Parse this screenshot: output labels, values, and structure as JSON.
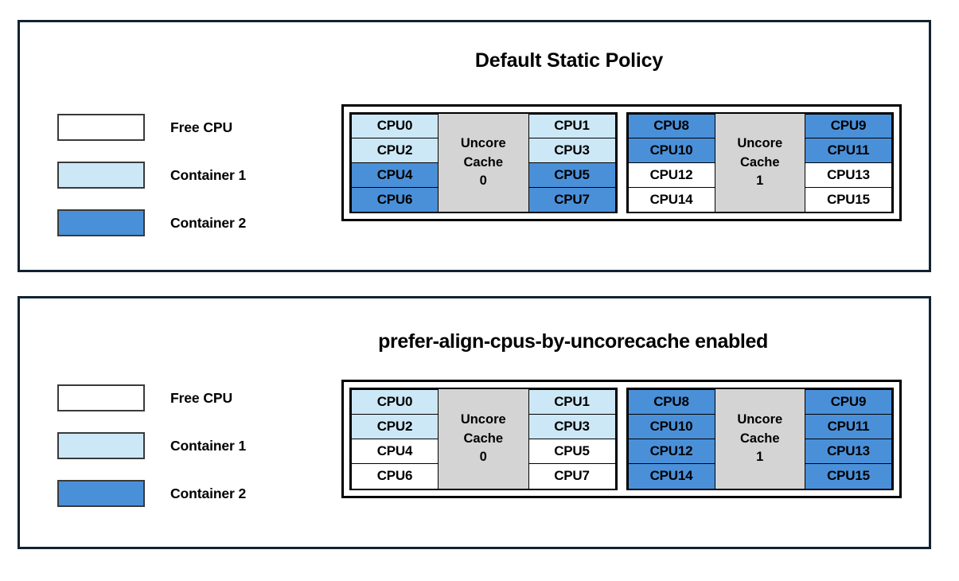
{
  "colors": {
    "panel_border": "#122231",
    "free_cpu": "#ffffff",
    "container1": "#cce8f6",
    "container2": "#4a90d9",
    "uncore_cache": "#d4d4d4",
    "cell_border": "#000000"
  },
  "panels": [
    {
      "title": "Default Static Policy",
      "legend": [
        {
          "label": "Free CPU",
          "state": "free"
        },
        {
          "label": "Container 1",
          "state": "container1"
        },
        {
          "label": "Container 2",
          "state": "container2"
        }
      ],
      "sockets": [
        {
          "uncore_label_line1": "Uncore",
          "uncore_label_line2": "Cache",
          "uncore_label_line3": "0",
          "left_column": [
            {
              "label": "CPU0",
              "state": "container1"
            },
            {
              "label": "CPU2",
              "state": "container1"
            },
            {
              "label": "CPU4",
              "state": "container2"
            },
            {
              "label": "CPU6",
              "state": "container2"
            }
          ],
          "right_column": [
            {
              "label": "CPU1",
              "state": "container1"
            },
            {
              "label": "CPU3",
              "state": "container1"
            },
            {
              "label": "CPU5",
              "state": "container2"
            },
            {
              "label": "CPU7",
              "state": "container2"
            }
          ]
        },
        {
          "uncore_label_line1": "Uncore",
          "uncore_label_line2": "Cache",
          "uncore_label_line3": "1",
          "left_column": [
            {
              "label": "CPU8",
              "state": "container2"
            },
            {
              "label": "CPU10",
              "state": "container2"
            },
            {
              "label": "CPU12",
              "state": "free"
            },
            {
              "label": "CPU14",
              "state": "free"
            }
          ],
          "right_column": [
            {
              "label": "CPU9",
              "state": "container2"
            },
            {
              "label": "CPU11",
              "state": "container2"
            },
            {
              "label": "CPU13",
              "state": "free"
            },
            {
              "label": "CPU15",
              "state": "free"
            }
          ]
        }
      ]
    },
    {
      "title": "prefer-align-cpus-by-uncorecache enabled",
      "legend": [
        {
          "label": "Free CPU",
          "state": "free"
        },
        {
          "label": "Container 1",
          "state": "container1"
        },
        {
          "label": "Container 2",
          "state": "container2"
        }
      ],
      "sockets": [
        {
          "uncore_label_line1": "Uncore",
          "uncore_label_line2": "Cache",
          "uncore_label_line3": "0",
          "left_column": [
            {
              "label": "CPU0",
              "state": "container1"
            },
            {
              "label": "CPU2",
              "state": "container1"
            },
            {
              "label": "CPU4",
              "state": "free"
            },
            {
              "label": "CPU6",
              "state": "free"
            }
          ],
          "right_column": [
            {
              "label": "CPU1",
              "state": "container1"
            },
            {
              "label": "CPU3",
              "state": "container1"
            },
            {
              "label": "CPU5",
              "state": "free"
            },
            {
              "label": "CPU7",
              "state": "free"
            }
          ]
        },
        {
          "uncore_label_line1": "Uncore",
          "uncore_label_line2": "Cache",
          "uncore_label_line3": "1",
          "left_column": [
            {
              "label": "CPU8",
              "state": "container2"
            },
            {
              "label": "CPU10",
              "state": "container2"
            },
            {
              "label": "CPU12",
              "state": "container2"
            },
            {
              "label": "CPU14",
              "state": "container2"
            }
          ],
          "right_column": [
            {
              "label": "CPU9",
              "state": "container2"
            },
            {
              "label": "CPU11",
              "state": "container2"
            },
            {
              "label": "CPU13",
              "state": "container2"
            },
            {
              "label": "CPU15",
              "state": "container2"
            }
          ]
        }
      ]
    }
  ]
}
